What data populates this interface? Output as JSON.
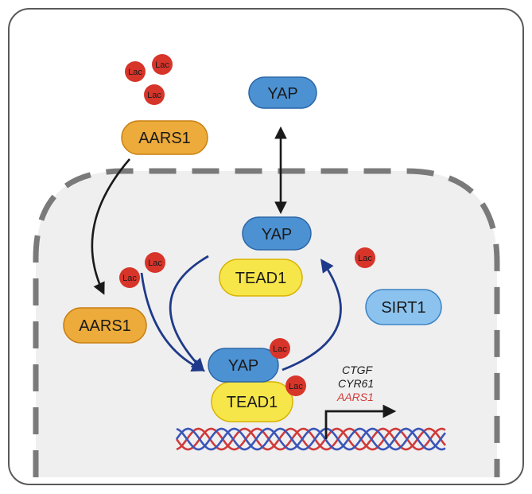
{
  "colors": {
    "frame": "#5a5a5a",
    "nucleus_fill": "#efefef",
    "nucleus_border": "#7a7a7a",
    "yap_fill": "#4c92d3",
    "yap_stroke": "#2a66a8",
    "tead_fill": "#f7e64a",
    "tead_stroke": "#d9b300",
    "aars_fill": "#ecab3a",
    "aars_stroke": "#c97f12",
    "sirt_fill": "#8cc3ee",
    "sirt_stroke": "#3c84c6",
    "lac_fill": "#d7342a",
    "cycle_arrow": "#1f3a8a",
    "dna_red": "#d03a3a",
    "dna_blue": "#3a55b8",
    "gene_black": "#1a1a1a",
    "gene_red": "#d03a3a"
  },
  "labels": {
    "yap": "YAP",
    "tead1": "TEAD1",
    "aars1": "AARS1",
    "sirt1": "SIRT1",
    "lac": "Lac"
  },
  "genes": [
    "CTGF",
    "CYR61",
    "AARS1"
  ]
}
